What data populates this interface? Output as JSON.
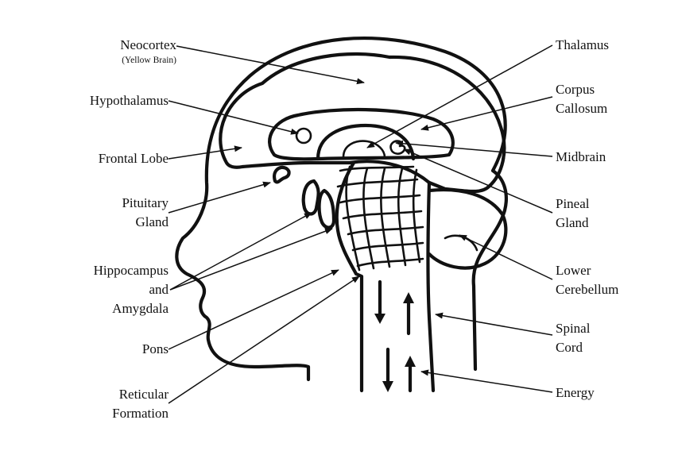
{
  "labels": {
    "neocortex": "Neocortex",
    "neocortex_sub": "(Yellow Brain)",
    "hypothalamus": "Hypothalamus",
    "frontal_lobe": "Frontal Lobe",
    "pituitary_1": "Pituitary",
    "pituitary_2": "Gland",
    "hippocampus_1": "Hippocampus",
    "hippocampus_2": "and",
    "hippocampus_3": "Amygdala",
    "pons": "Pons",
    "reticular_1": "Reticular",
    "reticular_2": "Formation",
    "thalamus": "Thalamus",
    "corpus_1": "Corpus",
    "corpus_2": "Callosum",
    "midbrain": "Midbrain",
    "pineal_1": "Pineal",
    "pineal_2": "Gland",
    "lower_cereb_1": "Lower",
    "lower_cereb_2": "Cerebellum",
    "spinal_1": "Spinal",
    "spinal_2": "Cord",
    "energy": "Energy"
  },
  "colors": {
    "ink": "#111111",
    "background": "#ffffff"
  }
}
